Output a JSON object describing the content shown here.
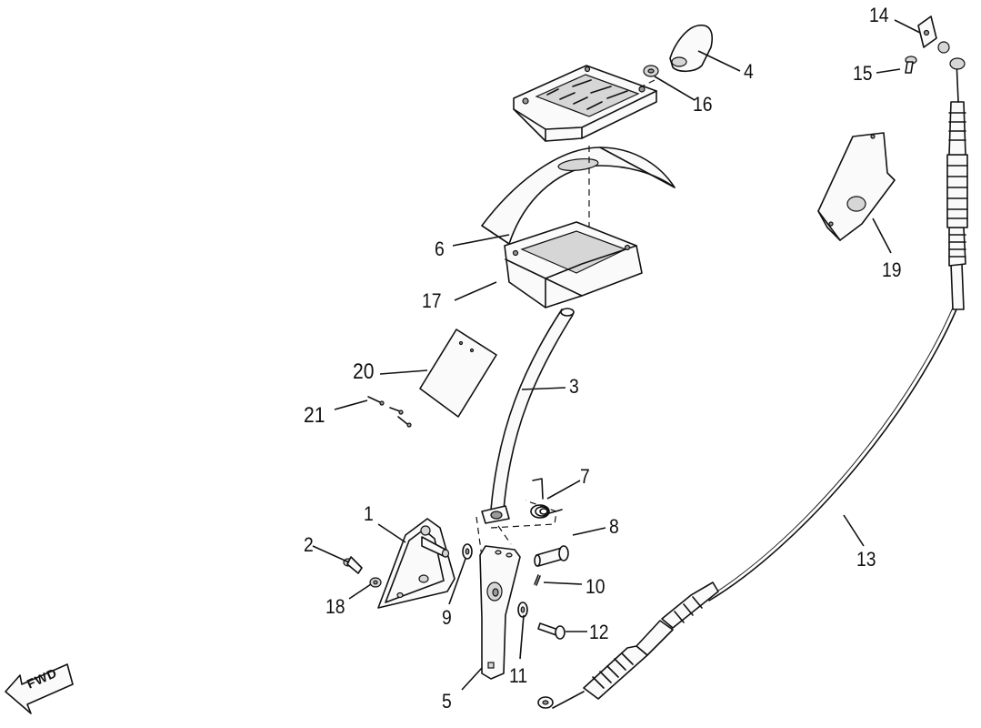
{
  "callouts": [
    {
      "id": "1",
      "text": "1"
    },
    {
      "id": "2",
      "text": "2"
    },
    {
      "id": "3",
      "text": "3"
    },
    {
      "id": "4",
      "text": "4"
    },
    {
      "id": "5",
      "text": "5"
    },
    {
      "id": "6",
      "text": "6"
    },
    {
      "id": "7",
      "text": "7"
    },
    {
      "id": "8",
      "text": "8"
    },
    {
      "id": "9",
      "text": "9"
    },
    {
      "id": "10",
      "text": "10"
    },
    {
      "id": "11",
      "text": "11"
    },
    {
      "id": "12",
      "text": "12"
    },
    {
      "id": "13",
      "text": "13"
    },
    {
      "id": "14",
      "text": "14"
    },
    {
      "id": "15",
      "text": "15"
    },
    {
      "id": "16",
      "text": "16"
    },
    {
      "id": "17",
      "text": "17"
    },
    {
      "id": "18",
      "text": "18"
    },
    {
      "id": "19",
      "text": "19"
    },
    {
      "id": "20",
      "text": "20"
    },
    {
      "id": "21",
      "text": "21"
    }
  ],
  "direction_indicator": {
    "text": "FWD",
    "icon": "arrow-left-icon"
  }
}
